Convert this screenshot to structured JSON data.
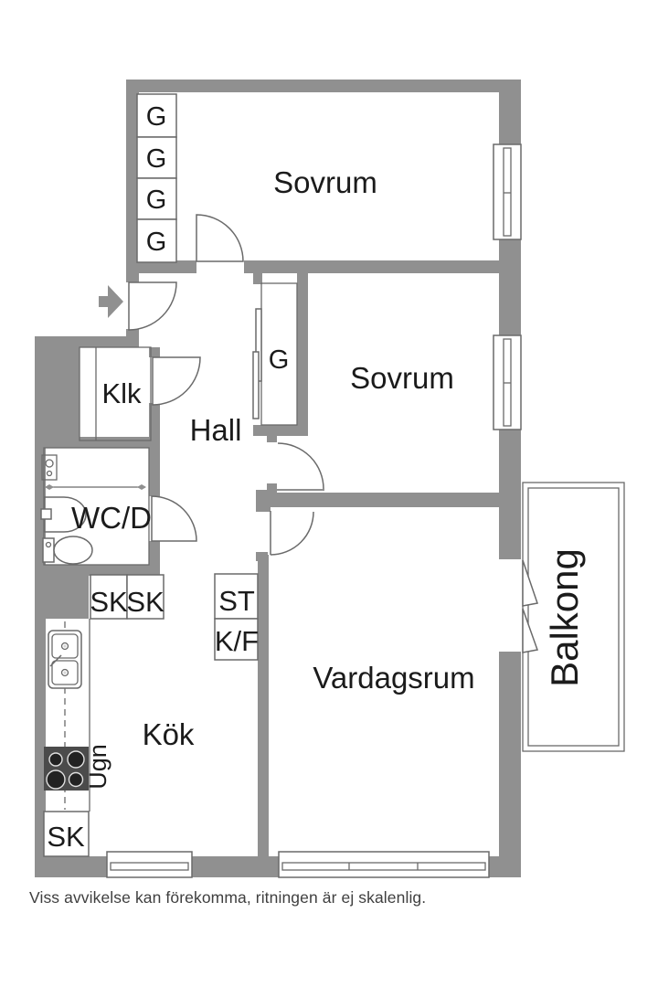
{
  "colors": {
    "wall": "#909090",
    "line": "#6a6a6a",
    "ink": "#1b1b1b",
    "stove": "#4b4b4b",
    "burner": "#222222",
    "muted": "#3f3f3f"
  },
  "rooms": {
    "sovrum1": "Sovrum",
    "sovrum2": "Sovrum",
    "hall": "Hall",
    "klk": "Klk",
    "wcd": "WC/D",
    "kok": "Kök",
    "vardagsrum": "Vardagsrum",
    "balkong": "Balkong"
  },
  "fixtures": {
    "wardrobes": [
      "G",
      "G",
      "G",
      "G"
    ],
    "hall_wardrobe": "G",
    "sk1": "SK",
    "sk2": "SK",
    "sk_bottom": "SK",
    "st": "ST",
    "kf": "K/F",
    "ugn": "Ugn"
  },
  "footer": {
    "disclaimer": "Viss avvikelse kan förekomma, ritningen är ej skalenlig."
  }
}
